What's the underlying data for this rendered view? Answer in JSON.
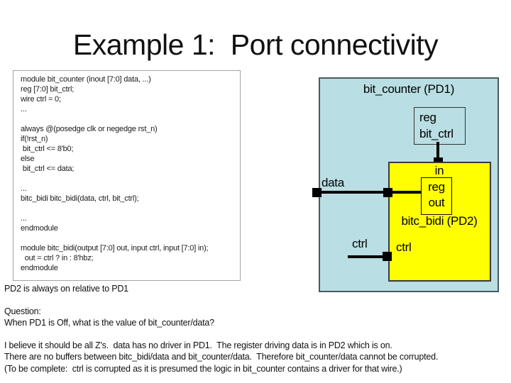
{
  "slide": {
    "title": "Example 1:  Port connectivity"
  },
  "code": {
    "lines": [
      "module bit_counter (inout [7:0] data, ...)",
      "reg [7:0] bit_ctrl;",
      "wire ctrl = 0;",
      "...",
      "",
      "always @(posedge clk or negedge rst_n)",
      "if(!rst_n)",
      " bit_ctrl <= 8'b0;",
      "else",
      " bit_ctrl <= data;",
      "",
      "...",
      "bitc_bidi bitc_bidi(data, ctrl, bit_ctrl);",
      "",
      "...",
      "endmodule",
      "",
      "module bitc_bidi(output [7:0] out, input ctrl, input [7:0] in);",
      "  out = ctrl ? in : 8'hbz;",
      "endmodule"
    ]
  },
  "diagram": {
    "pd1_label": "bit_counter (PD1)",
    "reg_bitctrl_box": {
      "line1": "reg",
      "line2": "bit_ctrl"
    },
    "pd2_label": "bitc_bidi (PD2)",
    "in_port_label": "in",
    "reg_out_box": {
      "line1": "reg",
      "line2": "out"
    },
    "data_net_label": "data",
    "ctrl_net_label_outside": "ctrl",
    "ctrl_port_label_inside": "ctrl",
    "colors": {
      "pd1_fill": "#b9dee3",
      "pd2_fill": "#ffff00",
      "net_color": "#000000"
    }
  },
  "notes": {
    "line1": "PD2 is always on relative to PD1",
    "line2": "Question:",
    "line3": "When PD1 is Off, what is the value of bit_counter/data?",
    "line4": "I believe it should be all Z's.  data has no driver in PD1.  The register driving data is in PD2 which is on.",
    "line5": "There are no buffers between bitc_bidi/data and bit_counter/data.  Therefore bit_counter/data cannot be corrupted.",
    "line6": "(To be complete:  ctrl is corrupted as it is presumed the logic in bit_counter contains a driver for that wire.)"
  }
}
